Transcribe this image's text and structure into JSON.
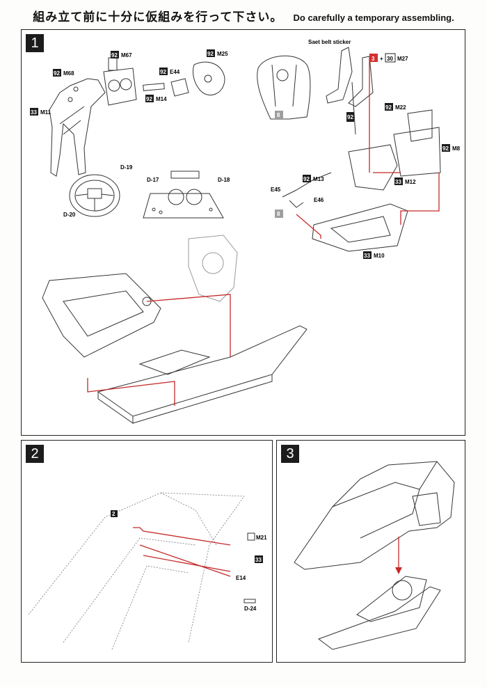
{
  "header": {
    "jp_title": "組み立て前に十分に仮組みを行って下さい。",
    "en_title": "Do carefully a temporary assembling."
  },
  "steps": {
    "s1": "1",
    "s2": "2",
    "s3": "3"
  },
  "step1": {
    "belt_label": "Saet belt sticker",
    "c3": "3",
    "plus": "+",
    "c30": "30",
    "m27": "M27",
    "c92": "92",
    "c33": "33",
    "c8": "8",
    "m67": "M67",
    "m68": "M68",
    "e44": "E44",
    "m14": "M14",
    "m25": "M25",
    "m11": "M11",
    "d19": "D-19",
    "d20": "D-20",
    "d17": "D-17",
    "d18": "D-18",
    "m22": "M22",
    "m8": "M8",
    "m12": "M12",
    "m13": "M13",
    "e45": "E45",
    "e46": "E46",
    "m10": "M10"
  },
  "step2": {
    "c2": "2",
    "m21": "M21",
    "c33": "33",
    "e14": "E14",
    "d24": "D-24"
  },
  "colors": {
    "guide_line": "#c62828",
    "ink": "#1c1c1c",
    "highlight_red": "#d32f2f",
    "grey_code": "#9e9e9e"
  }
}
